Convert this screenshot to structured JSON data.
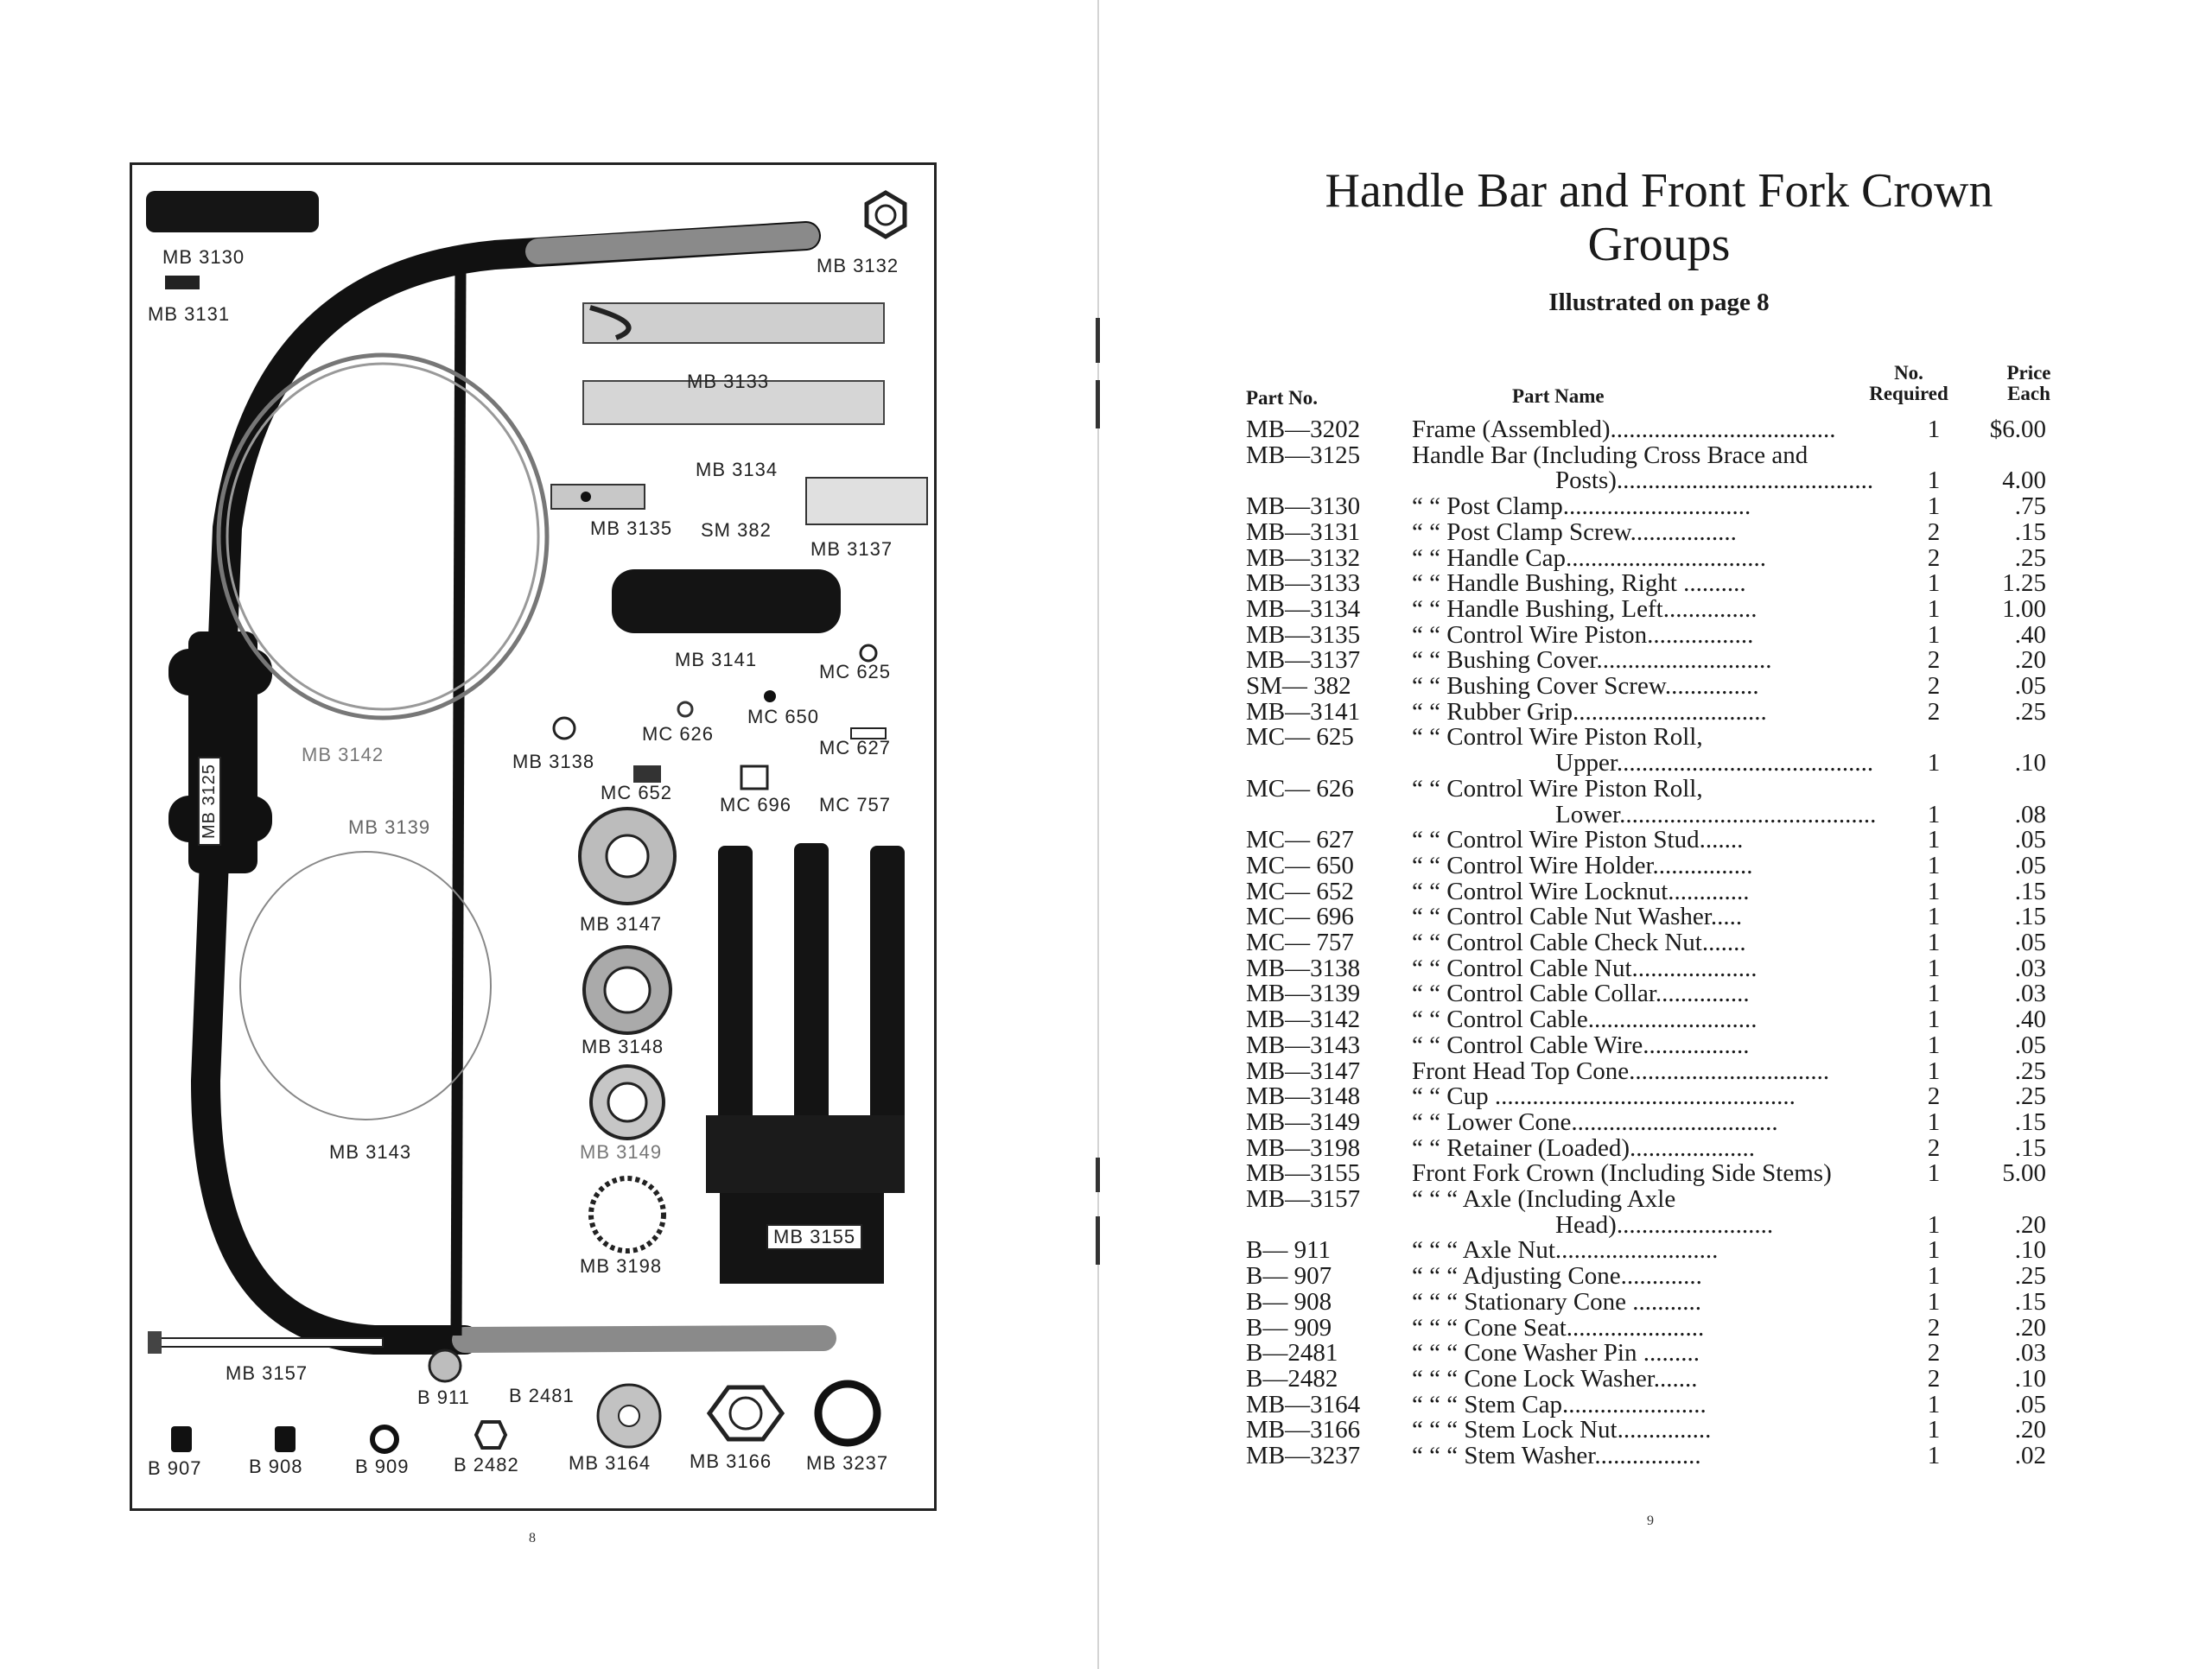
{
  "left_page": {
    "page_number": "8",
    "labels": {
      "mb3130": "MB 3130",
      "mb3131": "MB 3131",
      "mb3132": "MB 3132",
      "mb3133": "MB 3133",
      "mb3134": "MB 3134",
      "mb3135": "MB 3135",
      "sm382": "SM 382",
      "mb3137": "MB 3137",
      "mb3141": "MB 3141",
      "mc625": "MC 625",
      "mc650": "MC 650",
      "mc627": "MC 627",
      "mc626": "MC 626",
      "mb3138": "MB 3138",
      "mb3142": "MB 3142",
      "mb3125": "MB 3125",
      "mc652": "MC 652",
      "mc696": "MC 696",
      "mc757": "MC 757",
      "mb3139": "MB 3139",
      "mb3147": "MB 3147",
      "mb3148": "MB 3148",
      "mb3149": "MB 3149",
      "mb3198": "MB 3198",
      "mb3143": "MB 3143",
      "mb3155": "MB 3155",
      "mb3157": "MB 3157",
      "b911": "B 911",
      "b2481": "B 2481",
      "b907": "B 907",
      "b908": "B 908",
      "b909": "B 909",
      "b2482": "B 2482",
      "mb3164": "MB 3164",
      "mb3166": "MB 3166",
      "mb3237": "MB 3237"
    }
  },
  "right_page": {
    "title_line1": "Handle Bar and Front Fork Crown",
    "title_line2": "Groups",
    "subtitle": "Illustrated on page 8",
    "page_number": "9",
    "headers": {
      "part_no": "Part No.",
      "part_name": "Part Name",
      "req_line1": "No.",
      "req_line2": "Required",
      "price_line1": "Price",
      "price_line2": "Each"
    },
    "rows": [
      {
        "no": "MB—3202",
        "name": "Frame  (Assembled)....................................",
        "req": "1",
        "price": "$6.00"
      },
      {
        "no": "MB—3125",
        "name": "Handle Bar (Including  Cross  Brace  and",
        "req": "",
        "price": ""
      },
      {
        "no": "",
        "name": "Posts).........................................",
        "req": "1",
        "price": "4.00",
        "indent": true
      },
      {
        "no": "MB—3130",
        "name": "“     “    Post Clamp..............................",
        "req": "1",
        "price": ".75"
      },
      {
        "no": "MB—3131",
        "name": "“     “    Post Clamp Screw.................",
        "req": "2",
        "price": ".15"
      },
      {
        "no": "MB—3132",
        "name": "“     “    Handle Cap................................",
        "req": "2",
        "price": ".25"
      },
      {
        "no": "MB—3133",
        "name": "“     “    Handle Bushing, Right ..........",
        "req": "1",
        "price": "1.25"
      },
      {
        "no": "MB—3134",
        "name": "“     “    Handle Bushing, Left...............",
        "req": "1",
        "price": "1.00"
      },
      {
        "no": "MB—3135",
        "name": "“     “    Control Wire Piston.................",
        "req": "1",
        "price": ".40"
      },
      {
        "no": "MB—3137",
        "name": "“     “    Bushing Cover............................",
        "req": "2",
        "price": ".20"
      },
      {
        "no": "SM—  382",
        "name": "“     “    Bushing Cover Screw...............",
        "req": "2",
        "price": ".05"
      },
      {
        "no": "MB—3141",
        "name": "“     “    Rubber Grip...............................",
        "req": "2",
        "price": ".25"
      },
      {
        "no": "MC—  625",
        "name": "“     “    Control   Wire   Piston   Roll,",
        "req": "",
        "price": ""
      },
      {
        "no": "",
        "name": "Upper.........................................",
        "req": "1",
        "price": ".10",
        "indent": true
      },
      {
        "no": "MC—  626",
        "name": "“     “    Control   Wire   Piston   Roll,",
        "req": "",
        "price": ""
      },
      {
        "no": "",
        "name": "Lower.........................................",
        "req": "1",
        "price": ".08",
        "indent": true
      },
      {
        "no": "MC—  627",
        "name": "“     “    Control Wire Piston Stud.......",
        "req": "1",
        "price": ".05"
      },
      {
        "no": "MC—  650",
        "name": "“     “    Control Wire Holder................",
        "req": "1",
        "price": ".05"
      },
      {
        "no": "MC—  652",
        "name": "“     “    Control Wire Locknut.............",
        "req": "1",
        "price": ".15"
      },
      {
        "no": "MC—  696",
        "name": "“     “    Control Cable Nut Washer.....",
        "req": "1",
        "price": ".15"
      },
      {
        "no": "MC—  757",
        "name": "“     “    Control Cable Check Nut.......",
        "req": "1",
        "price": ".05"
      },
      {
        "no": "MB—3138",
        "name": "“     “    Control Cable Nut....................",
        "req": "1",
        "price": ".03"
      },
      {
        "no": "MB—3139",
        "name": "“     “    Control Cable Collar...............",
        "req": "1",
        "price": ".03"
      },
      {
        "no": "MB—3142",
        "name": "“     “    Control Cable...........................",
        "req": "1",
        "price": ".40"
      },
      {
        "no": "MB—3143",
        "name": "“     “    Control Cable Wire.................",
        "req": "1",
        "price": ".05"
      },
      {
        "no": "MB—3147",
        "name": "Front Head Top Cone................................",
        "req": "1",
        "price": ".25"
      },
      {
        "no": "MB—3148",
        "name": "“     “    Cup ................................................",
        "req": "2",
        "price": ".25"
      },
      {
        "no": "MB—3149",
        "name": "“     “    Lower Cone.................................",
        "req": "1",
        "price": ".15"
      },
      {
        "no": "MB—3198",
        "name": "“     “    Retainer (Loaded)....................",
        "req": "2",
        "price": ".15"
      },
      {
        "no": "MB—3155",
        "name": "Front Fork Crown (Including Side Stems)",
        "req": "1",
        "price": "5.00"
      },
      {
        "no": "MB—3157",
        "name": "“      “      “     Axle  (Including  Axle",
        "req": "",
        "price": ""
      },
      {
        "no": "",
        "name": "Head).........................",
        "req": "1",
        "price": ".20",
        "indent": true
      },
      {
        "no": "B—  911",
        "name": "“      “      “     Axle Nut..........................",
        "req": "1",
        "price": ".10"
      },
      {
        "no": "B—  907",
        "name": "“      “      “     Adjusting Cone.............",
        "req": "1",
        "price": ".25"
      },
      {
        "no": "B—  908",
        "name": "“      “      “     Stationary Cone ...........",
        "req": "1",
        "price": ".15"
      },
      {
        "no": "B—  909",
        "name": "“      “      “     Cone Seat......................",
        "req": "2",
        "price": ".20"
      },
      {
        "no": "B—2481",
        "name": "“      “      “     Cone Washer Pin .........",
        "req": "2",
        "price": ".03"
      },
      {
        "no": "B—2482",
        "name": "“      “      “     Cone Lock Washer.......",
        "req": "2",
        "price": ".10"
      },
      {
        "no": "MB—3164",
        "name": "“      “      “     Stem Cap.......................",
        "req": "1",
        "price": ".05"
      },
      {
        "no": "MB—3166",
        "name": "“      “      “     Stem Lock Nut...............",
        "req": "1",
        "price": ".20"
      },
      {
        "no": "MB—3237",
        "name": "“      “      “     Stem Washer.................",
        "req": "1",
        "price": ".02"
      }
    ]
  }
}
